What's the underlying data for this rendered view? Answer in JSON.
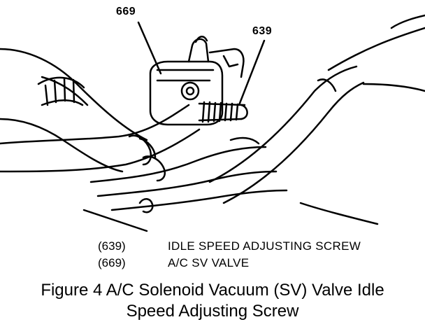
{
  "callouts": {
    "c669": "669",
    "c639": "639"
  },
  "legend": [
    {
      "ref": "(639)",
      "description": "IDLE SPEED ADJUSTING SCREW"
    },
    {
      "ref": "(669)",
      "description": "A/C SV VALVE"
    }
  ],
  "caption": {
    "line1": "Figure 4  A/C Solenoid Vacuum (SV) Valve Idle",
    "line2": "Speed Adjusting Screw"
  }
}
